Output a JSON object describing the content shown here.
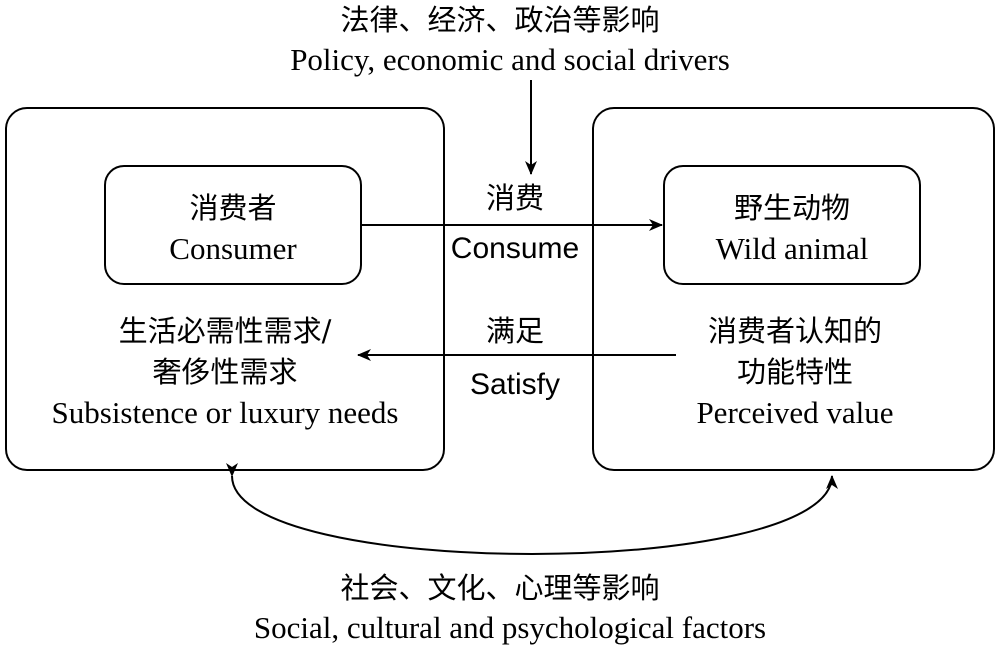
{
  "top_driver": {
    "zh": "法律、经济、政治等影响",
    "en": "Policy, economic and social drivers"
  },
  "left_panel": {
    "consumer_box": {
      "zh": "消费者",
      "en": "Consumer"
    },
    "needs": {
      "zh_line1": "生活必需性需求/",
      "zh_line2": "奢侈性需求",
      "en": "Subsistence or luxury needs"
    }
  },
  "right_panel": {
    "animal_box": {
      "zh": "野生动物",
      "en": "Wild animal"
    },
    "value": {
      "zh_line1": "消费者认知的",
      "zh_line2": "功能特性",
      "en": "Perceived value"
    }
  },
  "consume_arrow": {
    "zh": "消费",
    "en": "Consume"
  },
  "satisfy_arrow": {
    "zh": "满足",
    "en": "Satisfy"
  },
  "bottom_factor": {
    "zh": "社会、文化、心理等影响",
    "en": "Social, cultural and psychological factors"
  }
}
